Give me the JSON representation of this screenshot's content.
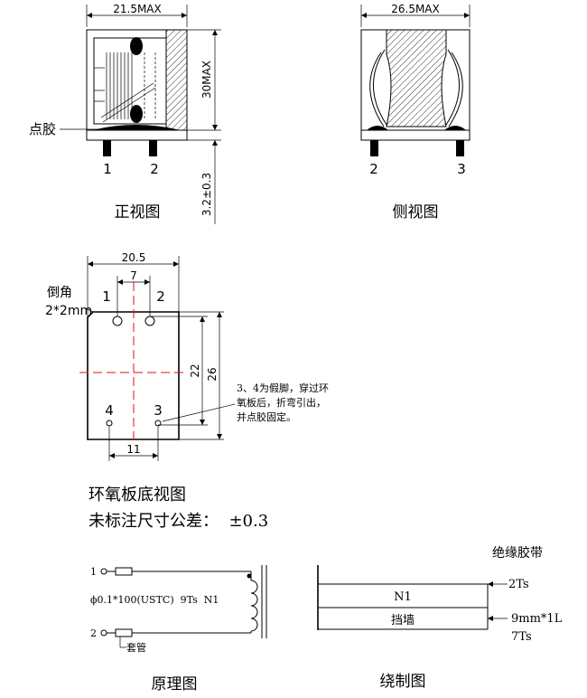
{
  "front_view": {
    "width_dim": "21.5MAX",
    "height_dim": "30MAX",
    "pin_len_dim": "3.2±0.3",
    "glue_label": "点胶",
    "pin_1": "1",
    "pin_2": "2",
    "caption": "正视图"
  },
  "side_view": {
    "width_dim": "26.5MAX",
    "pin_2": "2",
    "pin_3": "3",
    "caption": "侧视图"
  },
  "bottom_view": {
    "width_dim": "20.5",
    "pin_spacing_top": "7",
    "pin_spacing_bottom": "11",
    "pin_v_spacing": "22",
    "height_dim": "26",
    "chamfer_line1": "倒角",
    "chamfer_line2": "2*2mm",
    "pin_1": "1",
    "pin_2": "2",
    "pin_3": "3",
    "pin_4": "4",
    "note_line1": "3、4为假脚，穿过环",
    "note_line2": "氧板后，折弯引出，",
    "note_line3": "并点胶固定。",
    "caption": "环氧板底视图",
    "tolerance": "未标注尺寸公差：  ±0.3"
  },
  "schematic": {
    "pin_1": "1",
    "pin_2": "2",
    "winding_spec": "ϕ0.1*100(USTC)  9Ts  N1",
    "sleeve_label": "套管",
    "caption": "原理图"
  },
  "winding": {
    "tape_label": "绝缘胶带",
    "tape_turns": "2Ts",
    "layer_n1": "N1",
    "layer_wall": "挡墙",
    "wall_spec": "9mm*1L",
    "wall_turns": "7Ts",
    "caption": "绕制图"
  }
}
